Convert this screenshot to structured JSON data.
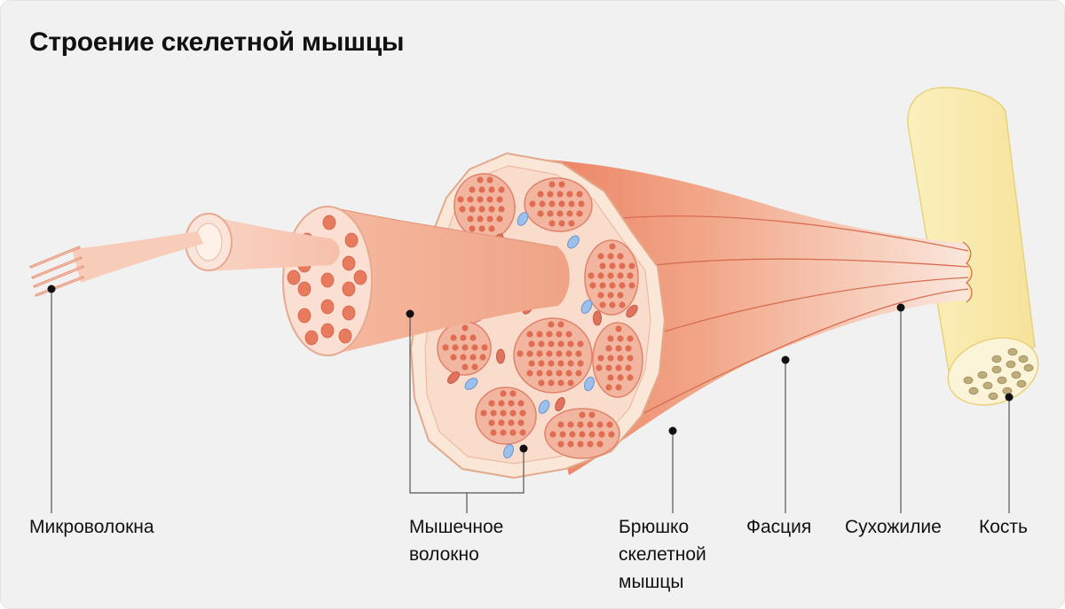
{
  "title": "Строение скелетной мышцы",
  "labels": {
    "microfibrils": "Микроволокна",
    "muscle_fiber_line1": "Мышечное",
    "muscle_fiber_line2": "волокно",
    "belly_line1": "Брюшко",
    "belly_line2": "скелетной",
    "belly_line3": "мышцы",
    "fascia": "Фасция",
    "tendon": "Сухожилие",
    "bone": "Кость"
  },
  "colors": {
    "background": "#f1f1f2",
    "muscle": "#ec8a68",
    "muscle_light": "#f6c3ad",
    "fiber_dot": "#e8765a",
    "bone": "#faeeb4",
    "bone_marrow": "#bfae7c",
    "vessel_blue": "#9cc0ec",
    "vessel_red": "#e0735e",
    "connective": "#f8e6d4",
    "leader_line": "#111111"
  }
}
